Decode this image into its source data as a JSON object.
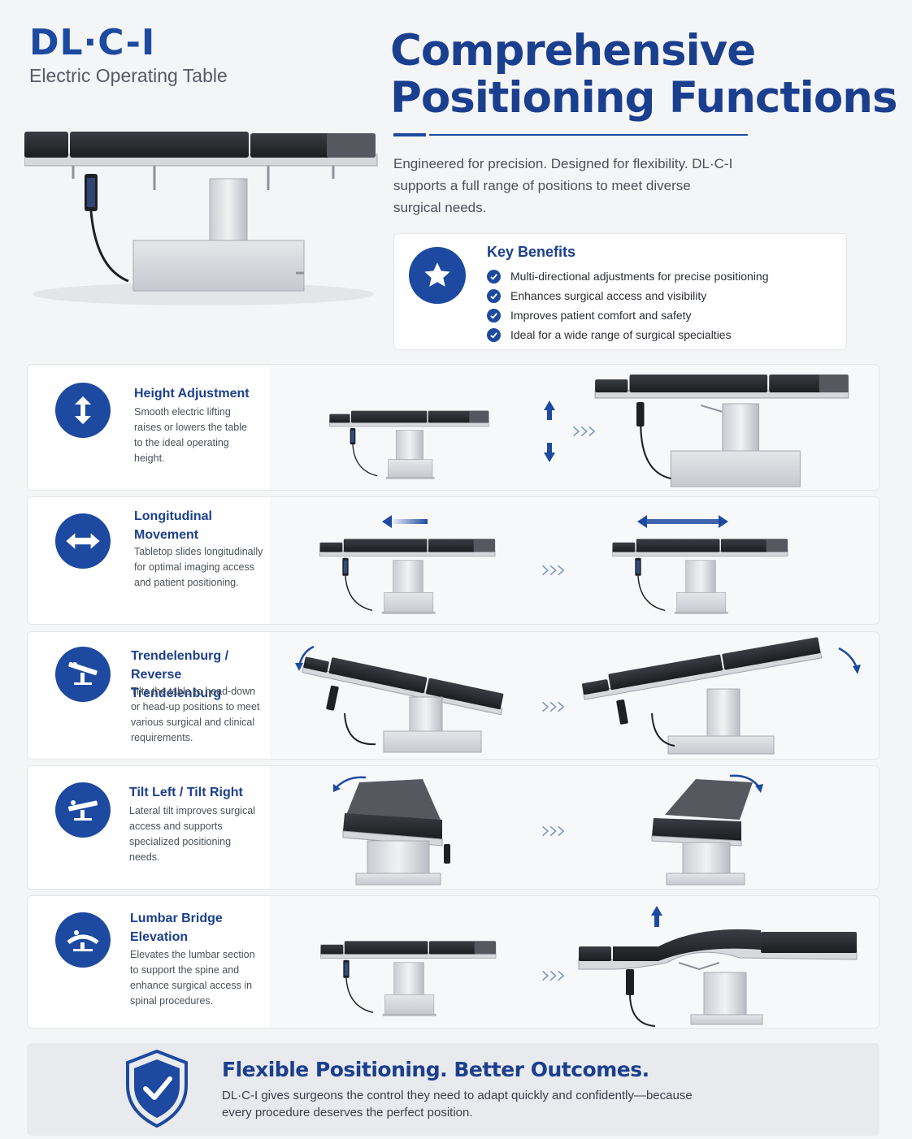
{
  "brand": {
    "logo": "DL·C-I",
    "subtitle": "Electric Operating Table"
  },
  "headline": {
    "line1": "Comprehensive",
    "line2": "Positioning Functions"
  },
  "intro": "Engineered for precision. Designed for flexibility. DL·C-I supports a full range of positions to meet diverse surgical needs.",
  "benefits": {
    "title": "Key Benefits",
    "items": [
      "Multi-directional adjustments for precise positioning",
      "Enhances surgical access and visibility",
      "Improves patient comfort and safety",
      "Ideal for a wide range of surgical specialties"
    ]
  },
  "features": [
    {
      "title": "Height Adjustment",
      "description": "Smooth electric lifting raises or lowers the table to the ideal operating height.",
      "icon": "vertical-arrows-icon"
    },
    {
      "title": "Longitudinal Movement",
      "description": "Tabletop slides longitudinally for optimal imaging access and patient positioning.",
      "icon": "horizontal-arrows-icon"
    },
    {
      "title": "Trendelenburg / Reverse Trendelenburg",
      "description": "Tilts the table to head-down or head-up positions to meet various surgical and clinical requirements.",
      "icon": "trendelenburg-icon"
    },
    {
      "title": "Tilt Left / Tilt Right",
      "description": "Lateral tilt improves surgical access and supports specialized positioning needs.",
      "icon": "lateral-tilt-icon"
    },
    {
      "title": "Lumbar Bridge Elevation",
      "description": "Elevates the lumbar section to support the spine and enhance surgical access in spinal procedures.",
      "icon": "lumbar-bridge-icon"
    }
  ],
  "footer": {
    "title": "Flexible Positioning. Better Outcomes.",
    "body": "DL·C-I gives surgeons the control they need to adapt quickly and confidently—because every procedure deserves the perfect position."
  },
  "colors": {
    "brand_blue": "#1d4aa0",
    "headline_blue": "#1b3f8f",
    "page_bg": "#f4f5f7"
  }
}
